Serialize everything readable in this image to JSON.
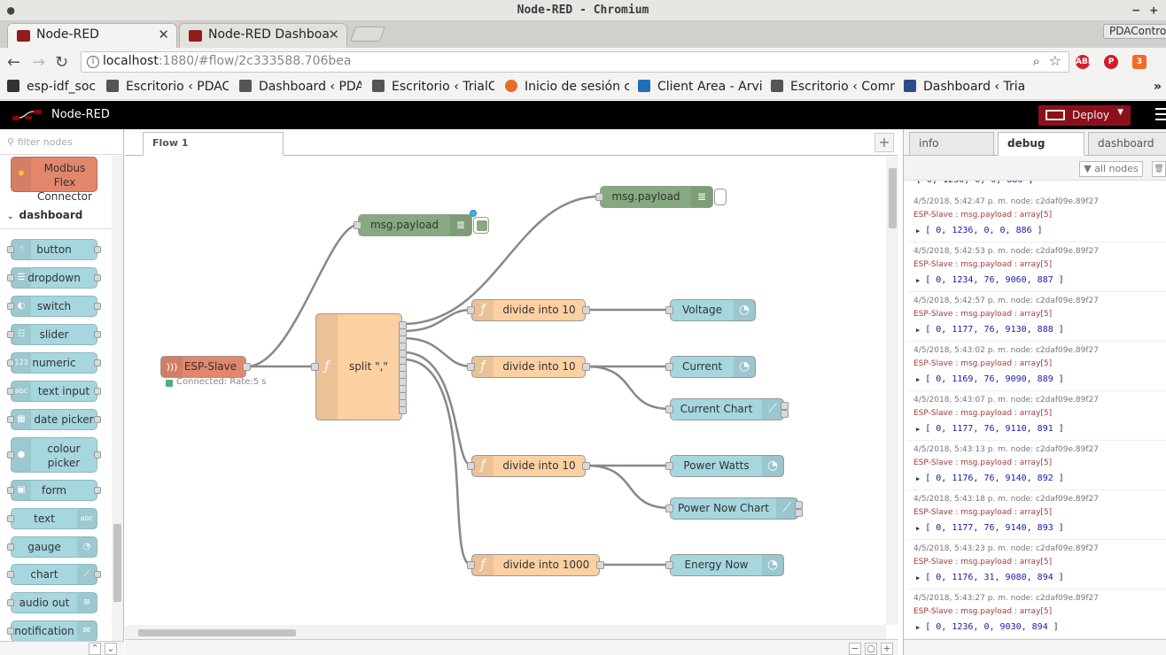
{
  "window": {
    "title": "Node-RED - Chromium"
  },
  "browser_tabs": [
    {
      "label": "Node-RED",
      "active": true
    },
    {
      "label": "Node-RED Dashboa",
      "active": false
    }
  ],
  "profile": {
    "label": "PDAContro"
  },
  "address": {
    "host": "localhost",
    "rest": ":1880/#flow/2c333588.706bea"
  },
  "extensions": [
    "ABP",
    "P",
    "3"
  ],
  "bookmarks": [
    {
      "label": "esp-idf_soc",
      "icon": "folder-icon"
    },
    {
      "label": "Escritorio ‹ PDAC",
      "icon": "page-icon"
    },
    {
      "label": "Dashboard ‹ PDA",
      "icon": "page-icon"
    },
    {
      "label": "Escritorio ‹ TrialC",
      "icon": "page-icon"
    },
    {
      "label": "Inicio de sesión c",
      "icon": "page-icon"
    },
    {
      "label": "Client Area - Arvi",
      "icon": "page-icon"
    },
    {
      "label": "Escritorio ‹ Comm",
      "icon": "page-icon"
    },
    {
      "label": "Dashboard ‹ Tria",
      "icon": "page-icon"
    }
  ],
  "app": {
    "name": "Node-RED",
    "deploy_label": "Deploy"
  },
  "palette": {
    "filter_placeholder": "filter nodes",
    "modbus_node": "Modbus Flex Connector",
    "category": "dashboard",
    "nodes": [
      "button",
      "dropdown",
      "switch",
      "slider",
      "numeric",
      "text input",
      "date picker",
      "colour picker",
      "form",
      "text",
      "gauge",
      "chart",
      "audio out",
      "notification"
    ]
  },
  "workspace": {
    "tab_label": "Flow 1",
    "add_label": "+"
  },
  "flow": {
    "esp_slave": {
      "label": "ESP-Slave",
      "status": "Connected: Rate:5 s"
    },
    "split": {
      "label": "split \",\""
    },
    "debug1": {
      "label": "msg.payload"
    },
    "debug2": {
      "label": "msg.payload"
    },
    "fn1": {
      "label": "divide into 10"
    },
    "fn2": {
      "label": "divide into 10"
    },
    "fn3": {
      "label": "divide into 10"
    },
    "fn4": {
      "label": "divide into 1000"
    },
    "voltage": {
      "label": "Voltage"
    },
    "current": {
      "label": "Current"
    },
    "current_chart": {
      "label": "Current Chart"
    },
    "power_watts": {
      "label": "Power Watts"
    },
    "power_now_chart": {
      "label": "Power Now Chart"
    },
    "energy_now": {
      "label": "Energy Now"
    }
  },
  "sidebar": {
    "tabs": [
      "info",
      "debug",
      "dashboard"
    ],
    "filter_label": "all nodes",
    "messages": [
      {
        "meta": "4/5/2018, 5:42:47 p. m.   node: c2daf09e.89f27",
        "topic": "ESP-Slave : msg.payload : array[5]",
        "value": "[ 0, 1236, 0, 0, 886 ]"
      },
      {
        "meta": "4/5/2018, 5:42:53 p. m.   node: c2daf09e.89f27",
        "topic": "ESP-Slave : msg.payload : array[5]",
        "value": "[ 0, 1234, 76, 9060, 887 ]"
      },
      {
        "meta": "4/5/2018, 5:42:57 p. m.   node: c2daf09e.89f27",
        "topic": "ESP-Slave : msg.payload : array[5]",
        "value": "[ 0, 1177, 76, 9130, 888 ]"
      },
      {
        "meta": "4/5/2018, 5:43:02 p. m.   node: c2daf09e.89f27",
        "topic": "ESP-Slave : msg.payload : array[5]",
        "value": "[ 0, 1169, 76, 9090, 889 ]"
      },
      {
        "meta": "4/5/2018, 5:43:07 p. m.   node: c2daf09e.89f27",
        "topic": "ESP-Slave : msg.payload : array[5]",
        "value": "[ 0, 1177, 76, 9110, 891 ]"
      },
      {
        "meta": "4/5/2018, 5:43:13 p. m.   node: c2daf09e.89f27",
        "topic": "ESP-Slave : msg.payload : array[5]",
        "value": "[ 0, 1176, 76, 9140, 892 ]"
      },
      {
        "meta": "4/5/2018, 5:43:18 p. m.   node: c2daf09e.89f27",
        "topic": "ESP-Slave : msg.payload : array[5]",
        "value": "[ 0, 1177, 76, 9140, 893 ]"
      },
      {
        "meta": "4/5/2018, 5:43:23 p. m.   node: c2daf09e.89f27",
        "topic": "ESP-Slave : msg.payload : array[5]",
        "value": "[ 0, 1176, 31, 9080, 894 ]"
      },
      {
        "meta": "4/5/2018, 5:43:27 p. m.   node: c2daf09e.89f27",
        "topic": "ESP-Slave : msg.payload : array[5]",
        "value": "[ 0, 1236, 0, 9030, 894 ]"
      }
    ]
  },
  "colors": {
    "function": "#fdd0a2",
    "dashboard": "#a6d6de",
    "debug": "#87a980",
    "modbus": "#e2876c",
    "deploy": "#8c101c",
    "header": "#000000"
  }
}
